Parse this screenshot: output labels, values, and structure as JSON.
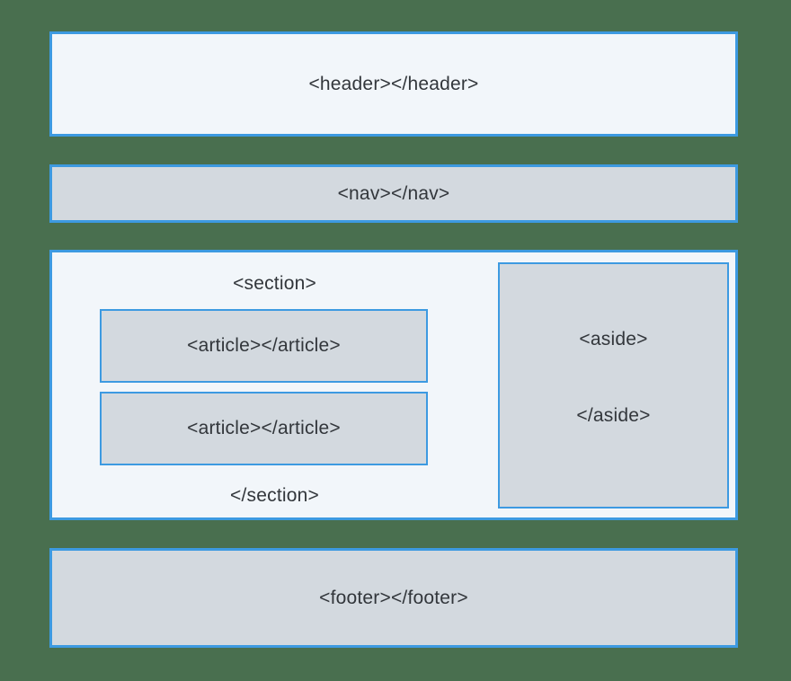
{
  "colors": {
    "background": "#496f4f",
    "border": "#3d9ae1",
    "light_fill": "#f2f6fa",
    "gray_fill": "#d3d9df",
    "text": "#32363b"
  },
  "diagram": {
    "header": {
      "label": "<header></header>"
    },
    "nav": {
      "label": "<nav></nav>"
    },
    "section": {
      "open_tag": "<section>",
      "close_tag": "</section>"
    },
    "articles": [
      {
        "label": "<article></article>"
      },
      {
        "label": "<article></article>"
      }
    ],
    "aside": {
      "open_tag": "<aside>",
      "close_tag": "</aside>"
    },
    "footer": {
      "label": "<footer></footer>"
    }
  }
}
